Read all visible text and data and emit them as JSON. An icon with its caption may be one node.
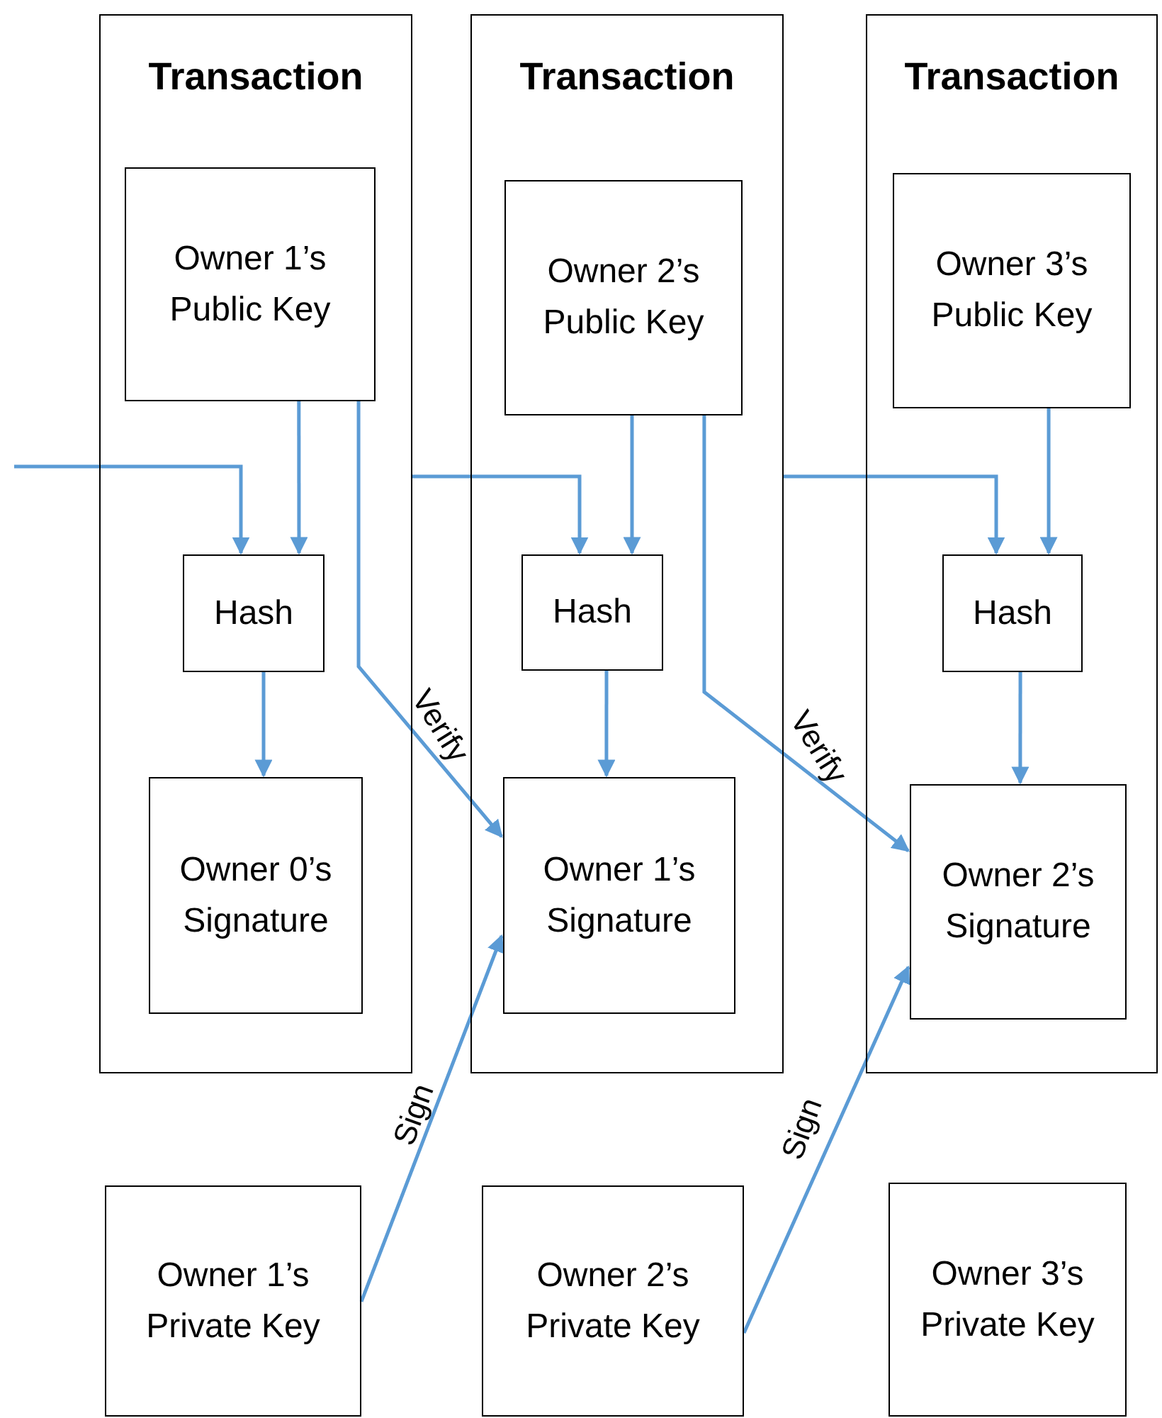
{
  "diagram": {
    "nodes": [
      {
        "text": [
          "Transaction"
        ]
      },
      {
        "text": [
          "Owner 1’s Public Key"
        ],
        "in": 0
      },
      {
        "text": [
          "Hash"
        ],
        "in": 0
      },
      {
        "text": [
          "Owner 0’s Signature"
        ],
        "in": 0
      },
      {
        "text": [
          "Transaction"
        ]
      },
      {
        "text": [
          "Owner 2’s Public Key"
        ],
        "in": 4
      },
      {
        "text": [
          "Hash"
        ],
        "in": 4
      },
      {
        "text": [
          "Owner 1’s Signature"
        ],
        "in": 4
      },
      {
        "text": [
          "Transaction"
        ]
      },
      {
        "text": [
          "Owner 3’s Public Key"
        ],
        "in": 8
      },
      {
        "text": [
          "Hash"
        ],
        "in": 8
      },
      {
        "text": [
          "Owner 2’s Signature"
        ],
        "in": 8
      },
      {
        "text": [
          "Owner 1’s Private Key"
        ]
      },
      {
        "text": [
          "Owner 2’s Private Key"
        ]
      },
      {
        "text": [
          "Owner 3’s Private Key"
        ]
      }
    ],
    "edges": [
      {
        "from": null,
        "to": 2,
        "arrow": "to"
      },
      {
        "from": 1,
        "to": 2,
        "arrow": "to"
      },
      {
        "from": 2,
        "to": 3,
        "arrow": "to"
      },
      {
        "from": 1,
        "to": 7,
        "arrow": "to",
        "label": "Verify"
      },
      {
        "from": 0,
        "to": 6,
        "arrow": "to"
      },
      {
        "from": 5,
        "to": 6,
        "arrow": "to"
      },
      {
        "from": 6,
        "to": 7,
        "arrow": "to"
      },
      {
        "from": 5,
        "to": 11,
        "arrow": "to",
        "label": "Verify"
      },
      {
        "from": 4,
        "to": 10,
        "arrow": "to"
      },
      {
        "from": 9,
        "to": 10,
        "arrow": "to"
      },
      {
        "from": 10,
        "to": 11,
        "arrow": "to"
      },
      {
        "from": 12,
        "to": 7,
        "arrow": "to",
        "label": "Sign"
      },
      {
        "from": 13,
        "to": 11,
        "arrow": "to",
        "label": "Sign"
      }
    ]
  }
}
